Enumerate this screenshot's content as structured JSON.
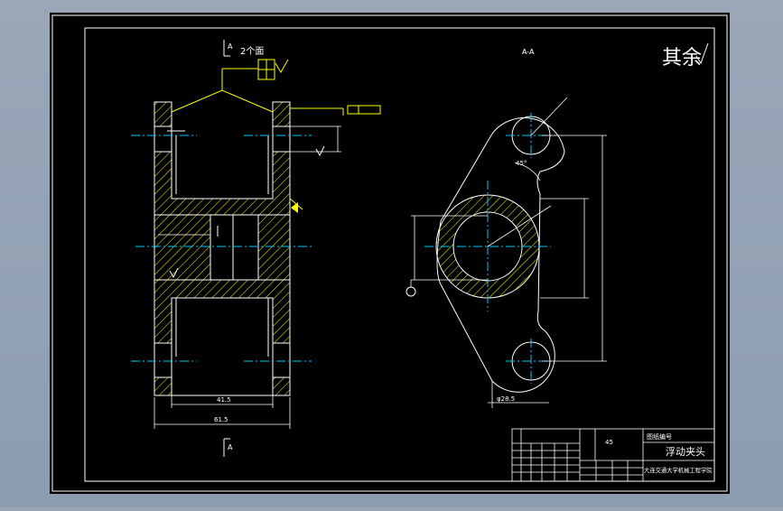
{
  "drawing": {
    "roughness_note": "其余",
    "section_label": "A-A",
    "datum_face_note": "2个面",
    "section_arrow_top": "A",
    "section_arrow_bottom": "A",
    "dim_inner_width": "41.5",
    "dim_outer_width": "61.5",
    "dim_angle": "45°",
    "dim_bottom_left": "φ28.5"
  },
  "title_block": {
    "part_name": "浮动夹头",
    "drawing_no": "图纸编号",
    "school": "大连交通大学机械工程学院",
    "material": "45"
  },
  "colors": {
    "background": "#000000",
    "frame": "#ffffff",
    "annotation": "#ffff00",
    "centerline": "#00c8ff",
    "hatch": "#ffff00"
  }
}
